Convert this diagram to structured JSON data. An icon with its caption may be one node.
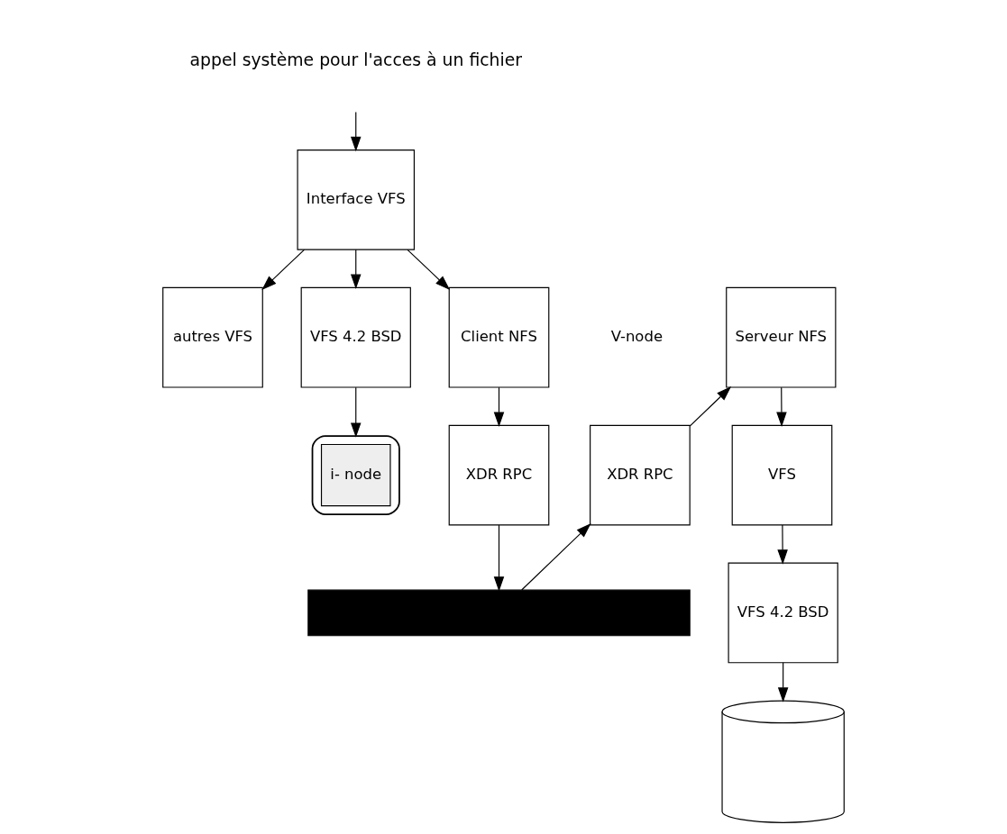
{
  "diagram": {
    "nodes": [
      {
        "text": [
          "appel système pour l'acces à un fichier"
        ]
      },
      {
        "text": [
          "Interface VFS"
        ]
      },
      {
        "text": [
          "autres VFS"
        ]
      },
      {
        "text": [
          "VFS 4.2 BSD"
        ]
      },
      {
        "text": [
          "Client NFS"
        ]
      },
      {
        "text": [],
        "shape": "cylinder"
      },
      {
        "text": [
          "i- node"
        ],
        "in": 5
      },
      {
        "text": [
          "XDR RPC"
        ]
      },
      {
        "text": [],
        "shape": "bar"
      },
      {
        "text": [
          "XDR RPC"
        ]
      },
      {
        "text": [
          "Serveur NFS"
        ]
      },
      {
        "text": [
          "VFS"
        ]
      },
      {
        "text": [
          "VFS 4.2 BSD"
        ]
      },
      {
        "text": [],
        "shape": "cylinder"
      }
    ],
    "edges": [
      {
        "from": 0,
        "to": 1,
        "arrow": "to"
      },
      {
        "from": 1,
        "to": 2,
        "arrow": "to"
      },
      {
        "from": 1,
        "to": 3,
        "arrow": "to"
      },
      {
        "from": 1,
        "to": 4,
        "arrow": "to"
      },
      {
        "from": 3,
        "to": 5,
        "arrow": "to"
      },
      {
        "from": 4,
        "to": 7,
        "arrow": "to"
      },
      {
        "from": 7,
        "to": 8,
        "arrow": "to"
      },
      {
        "from": 8,
        "to": 9,
        "arrow": "to"
      },
      {
        "from": 9,
        "to": 10,
        "arrow": "to"
      },
      {
        "from": 10,
        "to": 11,
        "arrow": "to"
      },
      {
        "from": 11,
        "to": 12,
        "arrow": "to"
      },
      {
        "from": 12,
        "to": 13,
        "arrow": "to"
      }
    ],
    "labels": [
      "V-node"
    ]
  }
}
